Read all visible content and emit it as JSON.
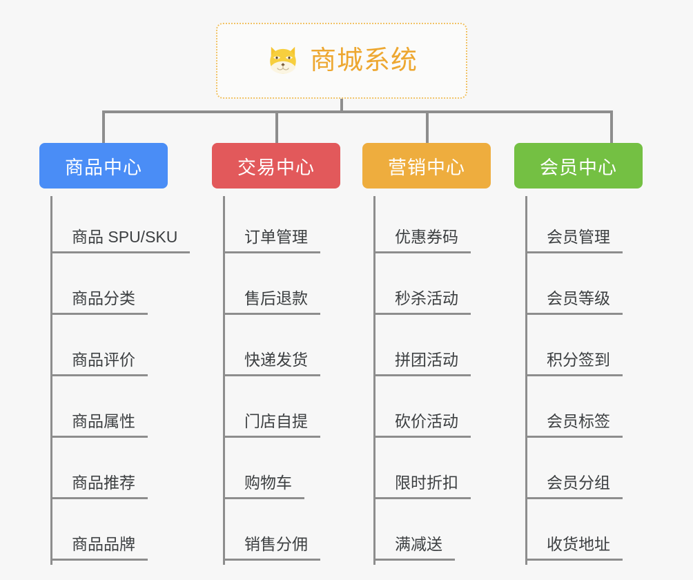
{
  "root": {
    "title": "商城系统",
    "icon": "shiba-dog-face-icon",
    "accent_color": "#eda730",
    "border_color": "#f1c264"
  },
  "background_color": "#f7f7f7",
  "connector_color": "#8d8d8d",
  "branches": [
    {
      "label": "商品中心",
      "color": "#4a8df6",
      "leaves": [
        "商品 SPU/SKU",
        "商品分类",
        "商品评价",
        "商品属性",
        "商品推荐",
        "商品品牌"
      ]
    },
    {
      "label": "交易中心",
      "color": "#e2595b",
      "leaves": [
        "订单管理",
        "售后退款",
        "快递发货",
        "门店自提",
        "购物车",
        "销售分佣"
      ]
    },
    {
      "label": "营销中心",
      "color": "#eead3e",
      "leaves": [
        "优惠券码",
        "秒杀活动",
        "拼团活动",
        "砍价活动",
        "限时折扣",
        "满减送"
      ]
    },
    {
      "label": "会员中心",
      "color": "#74c043",
      "leaves": [
        "会员管理",
        "会员等级",
        "积分签到",
        "会员标签",
        "会员分组",
        "收货地址"
      ]
    }
  ]
}
